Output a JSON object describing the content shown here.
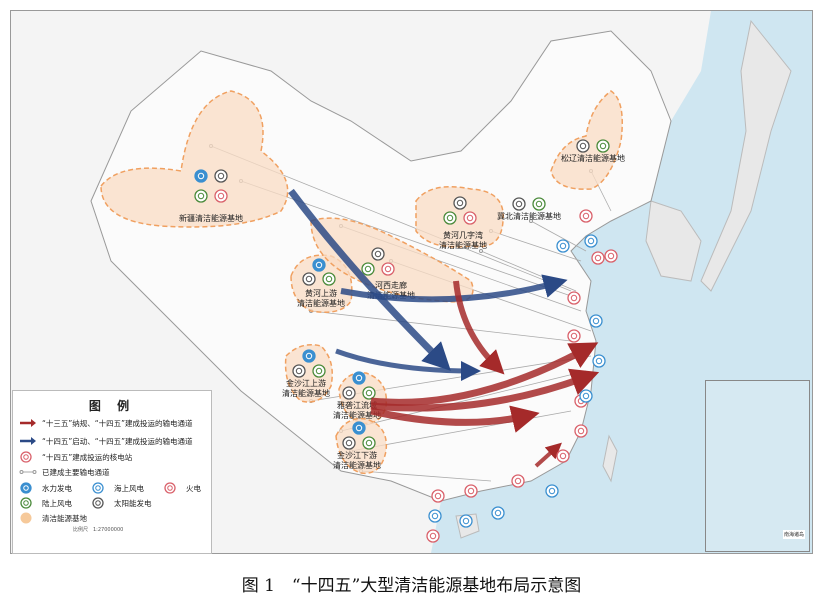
{
  "legend": {
    "title": "图 例",
    "items": [
      {
        "icon": "red-arrow",
        "label": "“十三五”纳规、“十四五”建成投运的输电通道",
        "color": "#a52a2a"
      },
      {
        "icon": "blue-arrow",
        "label": "“十四五”启动、“十四五”建成投运的输电通道",
        "color": "#2b4a86"
      },
      {
        "icon": "nuclear-icon",
        "label": "“十四五”建成投运的核电站",
        "color": "#d9606a"
      },
      {
        "icon": "line-icon",
        "label": "已建成主要输电通道",
        "color": "#aaaaaa"
      },
      {
        "icon": "hydro-icon",
        "label": "水力发电",
        "color": "#3a8fd0"
      },
      {
        "icon": "offshore-wind-icon",
        "label": "海上风电",
        "color": "#3a8fd0"
      },
      {
        "icon": "thermal-icon",
        "label": "火电",
        "color": "#d9606a"
      },
      {
        "icon": "onshore-wind-icon",
        "label": "陆上风电",
        "color": "#4a8a3a"
      },
      {
        "icon": "solar-icon",
        "label": "太阳能发电",
        "color": "#555555"
      },
      {
        "icon": "base-area",
        "label": "清洁能源基地",
        "color": "#f6c99a"
      }
    ],
    "scale": "比例尺　1:27000000"
  },
  "bases": [
    {
      "line1": "新疆清洁能源基地",
      "line2": ""
    },
    {
      "line1": "黄河上游",
      "line2": "清洁能源基地"
    },
    {
      "line1": "河西走廊",
      "line2": "清洁能源基地"
    },
    {
      "line1": "黄河几字湾",
      "line2": "清洁能源基地"
    },
    {
      "line1": "冀北清洁能源基地",
      "line2": ""
    },
    {
      "line1": "松辽清洁能源基地",
      "line2": ""
    },
    {
      "line1": "金沙江上游",
      "line2": "清洁能源基地"
    },
    {
      "line1": "雅砻江流域",
      "line2": "清洁能源基地"
    },
    {
      "line1": "金沙江下游",
      "line2": "清洁能源基地"
    }
  ],
  "inset": {
    "title": "南海诸岛"
  },
  "caption": "图 1　“十四五”大型清洁能源基地布局示意图",
  "colors": {
    "sea": "#cfe6f1",
    "land": "#f7f7f7",
    "base": "#f9dcc4",
    "base_border": "#f0a060",
    "red_arrow": "#a52a2a",
    "blue_arrow": "#2b4a86"
  }
}
